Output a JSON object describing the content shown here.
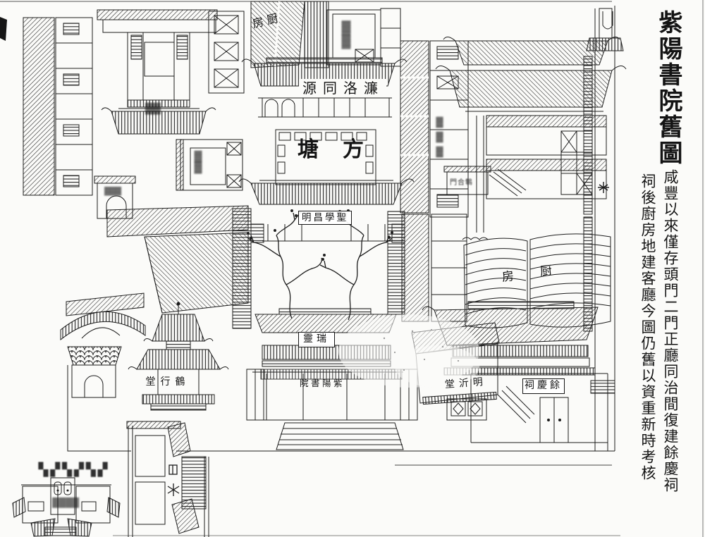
{
  "artwork": {
    "title": "紫陽書院舊圖",
    "annotation_col_right": "咸豐以來僅存頭門二門正廳同治間復建餘慶祠",
    "annotation_col_left": "祠後廚房地建客廳今圖仍舊以資重新時考核"
  },
  "plaques": {
    "lianluo": {
      "display": "源同洛濂",
      "reading": "濂洛同源"
    },
    "pond": {
      "display": "塘方",
      "reading": "方塘"
    },
    "shengxue": {
      "display": "明昌學聖",
      "reading": "聖學昌明"
    },
    "ruiling": {
      "display": "靈瑞",
      "reading": "瑞靈"
    },
    "main_gate": {
      "display": "院書陽紫",
      "reading": "紫陽書院"
    },
    "yuqing": {
      "display": "祠慶餘",
      "reading": "餘慶祠"
    },
    "mingyi": {
      "display": "堂沂明",
      "reading": "明沂堂"
    },
    "pavilion": {
      "display": "堂行鶴",
      "reading": "鶴行堂"
    },
    "kitchen_nw": {
      "display": "房厨",
      "reading": "廚房"
    },
    "kitchen_e": {
      "left": "房",
      "right": "厨",
      "reading": "廚房"
    },
    "side_gate": {
      "display": "門合鶽",
      "reading": "門合鶽"
    }
  },
  "illegible": {
    "two_char": "▓▓",
    "three_char": "▓▓▓",
    "vertical_two": "▓▓",
    "strip_three": "▓▓▓",
    "inset_caption": "▞▚▞▚▞▚",
    "inset_label": "▓▓▓▓"
  }
}
